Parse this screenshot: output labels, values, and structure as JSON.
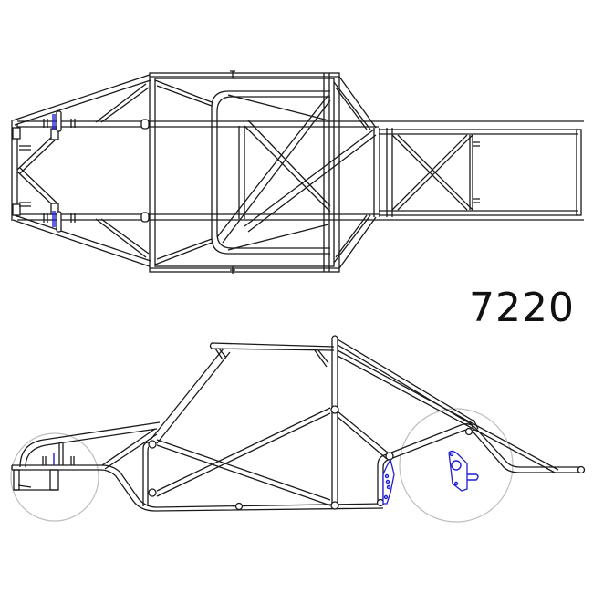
{
  "drawing": {
    "part_number": "7220",
    "views": [
      {
        "name": "top-view",
        "description": "Chassis tube frame, top view"
      },
      {
        "name": "side-view",
        "description": "Chassis tube frame, side view with wheel outlines"
      }
    ],
    "colors": {
      "tube_stroke": "#1a1a1a",
      "wheel_outline": "#bdbdbd",
      "suspension_brackets": "#1f1fd0",
      "background": "#ffffff"
    }
  }
}
